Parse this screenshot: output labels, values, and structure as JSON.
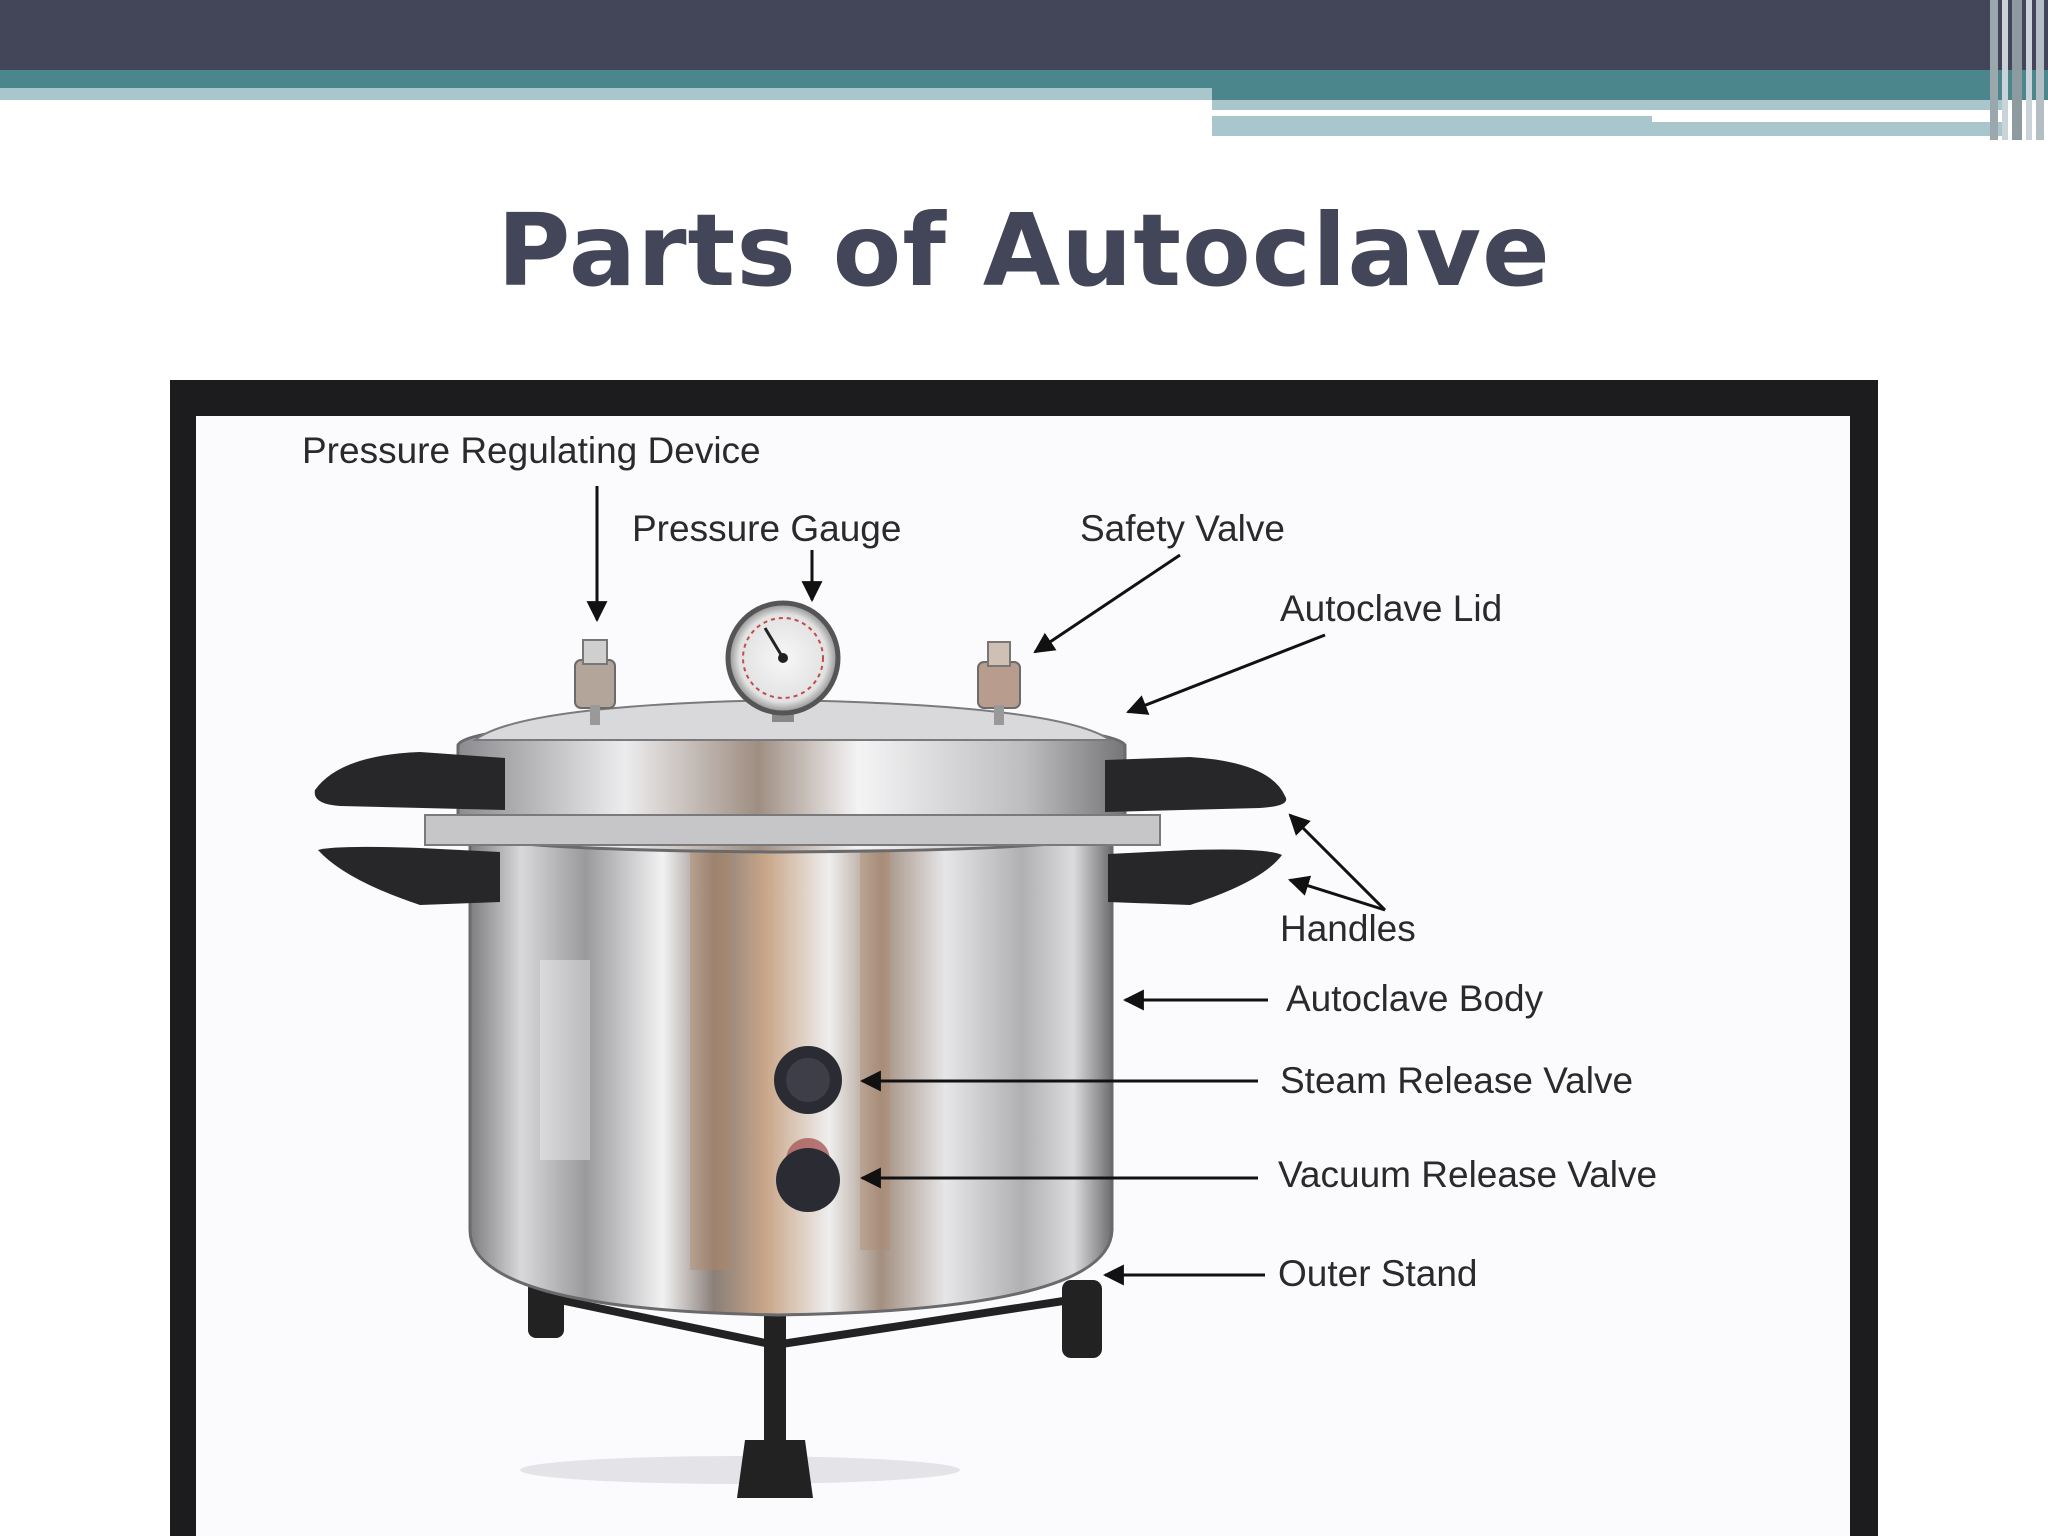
{
  "slide": {
    "title": "Parts of Autoclave"
  },
  "diagram": {
    "labels": {
      "pressure_regulating_device": "Pressure Regulating Device",
      "pressure_gauge": "Pressure Gauge",
      "safety_valve": "Safety Valve",
      "autoclave_lid": "Autoclave Lid",
      "handles": "Handles",
      "autoclave_body": "Autoclave Body",
      "steam_release_valve": "Steam Release Valve",
      "vacuum_release_valve": "Vacuum Release Valve",
      "outer_stand": "Outer Stand"
    }
  },
  "colors": {
    "header_dark": "#434558",
    "header_teal": "#4a868c",
    "header_light": "#a9c6cc",
    "title_text": "#434558",
    "frame": "#1c1c1e"
  }
}
